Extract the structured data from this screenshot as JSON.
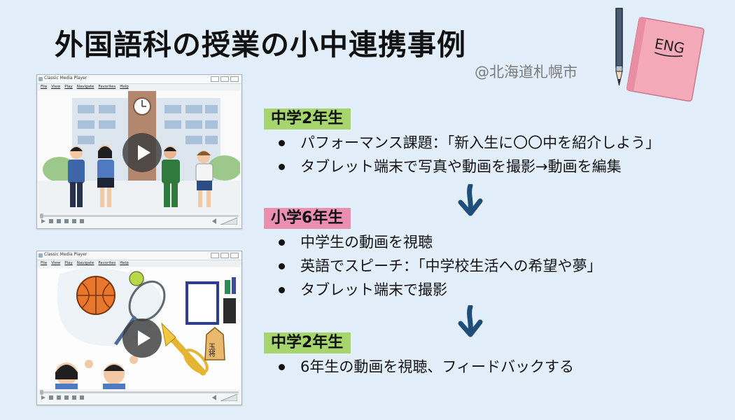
{
  "title": "外国語科の授業の小中連携事例",
  "location": "@北海道札幌市",
  "players": [
    {
      "app_title": "Classic Media Player",
      "menu": [
        "File",
        "View",
        "Play",
        "Navigate",
        "Favorites",
        "Help"
      ]
    },
    {
      "app_title": "Classic Media Player",
      "menu": [
        "File",
        "View",
        "Play",
        "Navigate",
        "Favorites",
        "Help"
      ]
    }
  ],
  "notebook_label": "ENG",
  "shogi_text": "玉将",
  "sections": [
    {
      "label": "中学2年生",
      "color": "#a5d56c",
      "bullets": [
        "パフォーマンス課題：「新入生に〇〇中を紹介しよう」",
        "タブレット端末で写真や動画を撮影→動画を編集"
      ]
    },
    {
      "label": "小学6年生",
      "color": "#ea8fb0",
      "bullets": [
        "中学生の動画を視聴",
        "英語でスピーチ：「中学校生活への希望や夢」",
        "タブレット端末で撮影"
      ]
    },
    {
      "label": "中学2年生",
      "color": "#a5d56c",
      "bullets": [
        "6年生の動画を視聴、フィードバックする"
      ]
    }
  ],
  "colors": {
    "background": "#e3eefb",
    "arrow": "#1f4e79",
    "green_label": "#a5d56c",
    "pink_label": "#ea8fb0",
    "notebook": "#f4aab9"
  }
}
